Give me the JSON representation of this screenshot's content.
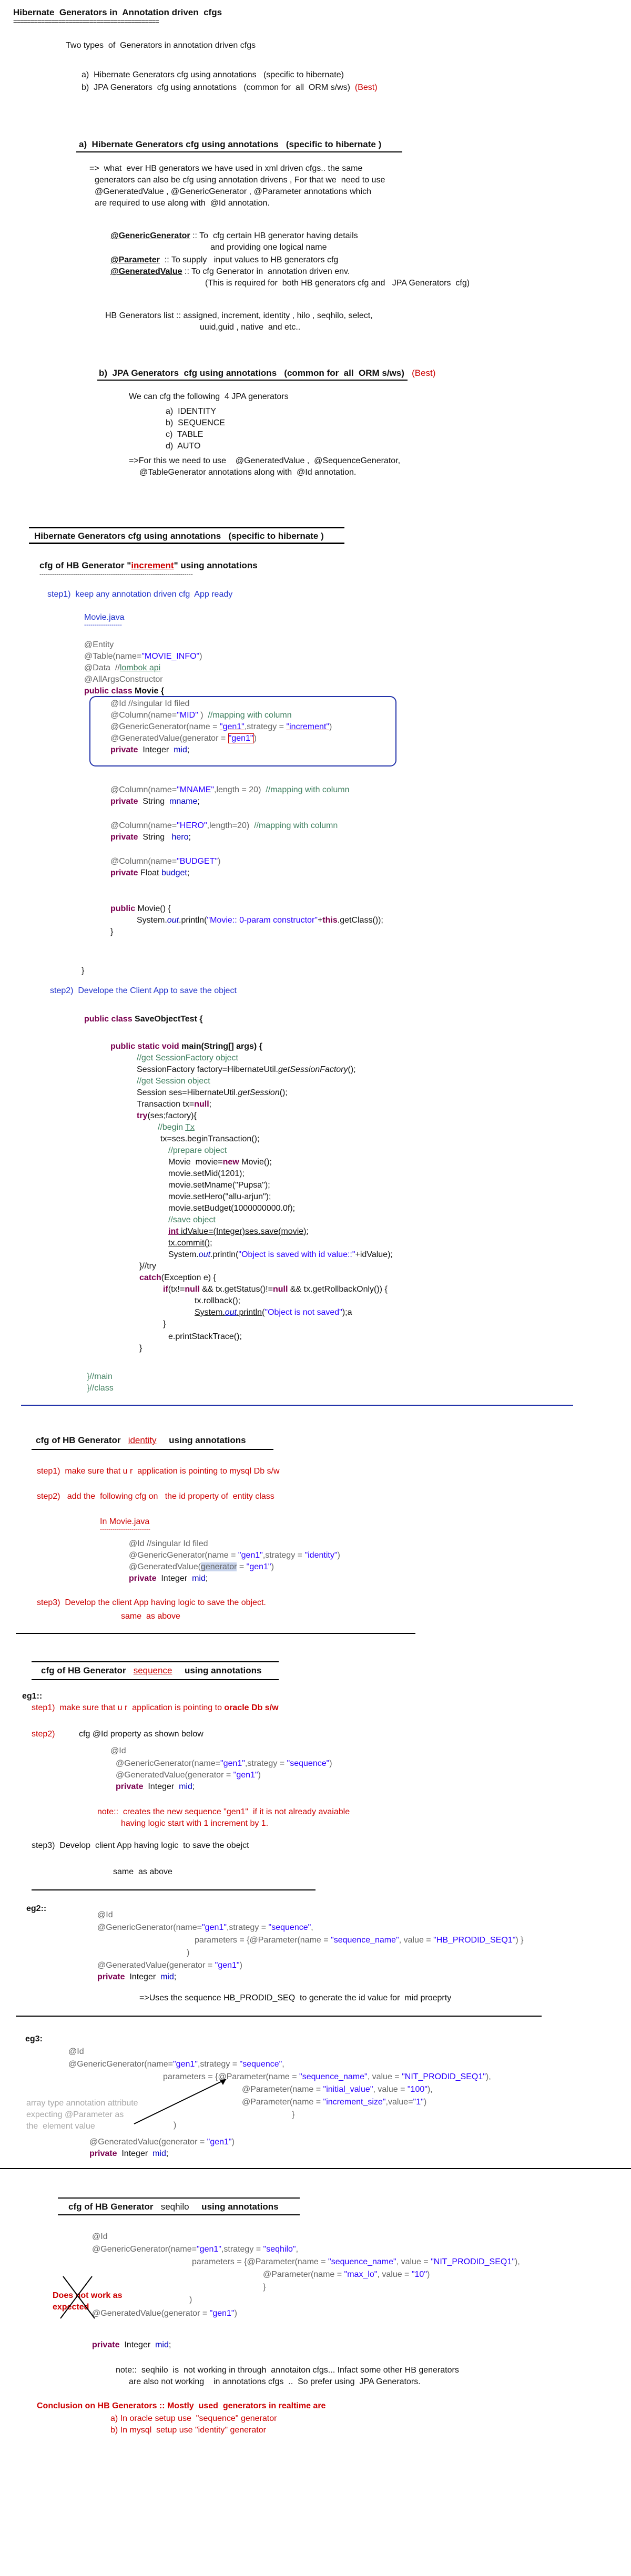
{
  "title": "Hibernate  Generators in  Annotation driven  cfgs",
  "title_rule": "==========================================",
  "intro": {
    "two_types": "Two types  of  Generators in annotation driven cfgs",
    "a": "a)  Hibernate Generators cfg using annotations   (specific to hibernate)",
    "b": "b)  JPA Generators  cfg using annotations   (common for  all  ORM s/ws)",
    "best": "(Best)"
  },
  "section_a": {
    "heading": "a)  Hibernate Generators cfg using annotations   (specific to hibernate )",
    "l1": "=>  what  ever HB generators we have used in xml driven cfgs.. the same",
    "l2": "generators can also be cfg using annotation drivens , For that we  need to use",
    "l3": "@GeneratedValue , @GenericGenerator , @Parameter annotations which",
    "l4": "are required to use along with  @Id annotation.",
    "gg_label": "@GenericGenerator",
    "gg_text": " :: To  cfg certain HB generator having details",
    "gg_text2": "and providing one logical name",
    "param_label": "@Parameter",
    "param_text": "  :: To supply   input values to HB generators cfg",
    "gv_label": "@GeneratedValue",
    "gv_text": " :: To cfg Generator in  annotation driven env.",
    "gv_text2": "(This is required for  both HB generators cfg and   JPA Generators  cfg)",
    "list1": "HB Generators list :: assigned, increment, identity , hilo , seqhilo, select,",
    "list2": "uuid,guid , native  and etc.."
  },
  "section_b": {
    "heading": "b)  JPA Generators  cfg using annotations   (common for  all  ORM s/ws)",
    "best": "(Best)",
    "l1": "We can cfg the following  4 JPA generators",
    "items": [
      "a)  IDENTITY",
      "b)  SEQUENCE",
      "c)  TABLE",
      "d)  AUTO"
    ],
    "l2": "=>For this we need to use    @GeneratedValue ,  @SequenceGenerator,",
    "l3": "@TableGenerator annotations along with  @Id annotation."
  },
  "hb_heading": "Hibernate Generators cfg using annotations   (specific to hibernate )",
  "increment": {
    "heading_pre": "cfg of HB Generator \"",
    "heading_word": "increment",
    "heading_post": "\" using annotations",
    "dash": "-------------------------------------------------------------------------",
    "step1": "step1)  keep any annotation driven cfg  App ready",
    "file": "Movie.java",
    "file_dash": "------------------",
    "code": {
      "entity": "@Entity",
      "table_pre": "@Table(name=",
      "table_val": "\"MOVIE_INFO\"",
      "table_post": ")",
      "data_pre": "@Data  //",
      "data_link": "lombok api",
      "allargs": "@AllArgsConstructor",
      "class_kw": "public class",
      "class_name": " Movie {",
      "id": "@Id //singular Id filed",
      "col_mid_pre": "@Column(name=",
      "col_mid_val": "\"MID\"",
      "col_mid_post": " )  ",
      "col_mid_cmt": "//mapping with column",
      "gg_pre": "@GenericGenerator(name = ",
      "gg_name": "\"gen1\"",
      "gg_mid": ",strategy = ",
      "gg_strat": "\"increment\"",
      "gg_post": ")",
      "gv_pre": "@GeneratedValue(generator = ",
      "gv_val": "\"gen1\"",
      "gv_post": ")",
      "mid_kw": "private",
      "mid_type": "  Integer  ",
      "mid_field": "mid",
      "semi": ";",
      "col_mname_pre": "@Column(name=",
      "col_mname_val": "\"MNAME\"",
      "col_mname_post": ",length = 20)  ",
      "col_cmt": "//mapping with column",
      "mname_kw": "private",
      "mname_type": "  String  ",
      "mname_field": "mname",
      "col_hero_pre": "@Column(name=",
      "col_hero_val": "\"HERO\"",
      "col_hero_post": ",length=20)  ",
      "hero_kw": "private",
      "hero_type": "  String   ",
      "hero_field": "hero",
      "col_budget_pre": "@Column(name=",
      "col_budget_val": "\"BUDGET\"",
      "col_budget_post": ")",
      "budget_kw": "private",
      "budget_type": " Float ",
      "budget_field": "budget",
      "ctor_kw": "public",
      "ctor_name": " Movie() {",
      "print_pre": "System.",
      "print_out": "out",
      "print_mid": ".println(",
      "print_str": "\"Movie:: 0-param constructor\"",
      "print_plus": "+",
      "print_this": "this",
      "print_post": ".getClass());",
      "close1": "}",
      "close2": "}"
    },
    "step2": "step2)  Develope the Client App to save the object",
    "client": {
      "class_kw": "public class",
      "class_name": " SaveObjectTest {",
      "main_kw": "public static void",
      "main_name": " main(String[] ",
      "main_args": "args",
      "main_post": ") {",
      "c1": "//get SessionFactory object",
      "sf": "SessionFactory factory=HibernateUtil.",
      "sf_m": "getSessionFactory",
      "sf_post": "();",
      "c2": "//get Session object",
      "ses": "Session ses=HibernateUtil.",
      "ses_m": "getSession",
      "ses_post": "();",
      "tx_pre": "Transaction tx=",
      "tx_null": "null",
      "tx_post": ";",
      "try_kw": "try",
      "try_post": "(ses;factory){",
      "c3_pre": "//begin ",
      "c3_tx": "Tx",
      "begin": "tx=ses.beginTransaction();",
      "c4": "//prepare object",
      "movie_pre": "Movie  movie=",
      "movie_new": "new",
      "movie_post": " Movie();",
      "setmid": "movie.setMid(1201);",
      "setmname": "movie.setMname(\"Pupsa\");",
      "sethero": "movie.setHero(\"allu-arjun\");",
      "setbudget": "movie.setBudget(1000000000.0f);",
      "c5": "//save object",
      "save_int": "int",
      "save_mid": " idValue=(Integer)ses.save(",
      "save_arg": "movie",
      "save_post": ");",
      "commit": "tx.commit();",
      "print_pre": "System.",
      "print_out": "out",
      "print_mid": ".println(",
      "print_str": "\"Object is saved with id value::\"",
      "print_post": "+idValue);",
      "try_end": "}//try",
      "catch_kw": "catch",
      "catch_post": "(Exception e) {",
      "if_kw": "if",
      "if_mid1": "(tx!=",
      "if_null": "null",
      "if_mid2": " && tx.getStatus()!=",
      "if_null2": "null",
      "if_post": " && tx.getRollbackOnly()) {",
      "rollback": "tx.rollback();",
      "err_pre": "System.",
      "err_out": "out",
      "err_mid": ".println(",
      "err_str": "\"Object is not saved\"",
      "err_post": ");a",
      "close_if": "}",
      "trace": "e.printStackTrace();",
      "close_catch": "}",
      "main_end": "}//main",
      "class_end": "}//class"
    }
  },
  "identity": {
    "heading_pre": "cfg of HB Generator   ",
    "heading_word": "identity",
    "heading_post": "     using annotations",
    "step1": "step1)  make sure that u r  application is pointing to mysql Db s/w",
    "step2": "step2)   add the  following cfg on   the id property of  entity class",
    "file": "In Movie.java",
    "dash": "------------------------",
    "id": "@Id //singular Id filed",
    "gg_pre": "@GenericGenerator(name = ",
    "gg_name": "\"gen1\"",
    "gg_mid": ",strategy = ",
    "gg_strat": "\"identity\"",
    "gg_post": ")",
    "gv_pre": "@GeneratedValue(",
    "gv_sel": "generator",
    "gv_mid": " = ",
    "gv_val": "\"gen1\"",
    "gv_post": ")",
    "p_kw": "private",
    "p_type": "  Integer  ",
    "p_field": "mid",
    "p_semi": ";",
    "step3": "step3)  Develop the client App having logic to save the object.",
    "same": "same  as above"
  },
  "sequence": {
    "heading_pre": "cfg of HB Generator   ",
    "heading_word": "sequence",
    "heading_post": "     using annotations",
    "eg1": "eg1::",
    "step1_pre": "step1)  make sure that u r  application is pointing to ",
    "step1_db": "oracle Db s/w",
    "step2": "step2)",
    "step2_text": "cfg @Id property as shown below",
    "id": "@Id",
    "gg_pre": "@GenericGenerator(name=",
    "gg_name": "\"gen1\"",
    "gg_mid": ",strategy = ",
    "gg_strat": "\"sequence\"",
    "gg_post": ")",
    "gv_pre": "@GeneratedValue(generator = ",
    "gv_val": "\"gen1\"",
    "gv_post": ")",
    "p_kw": "private",
    "p_type": "  Integer  ",
    "p_field": "mid",
    "p_semi": ";",
    "note1": "note::  creates the new sequence \"gen1\"  if it is not already avaiable",
    "note2": "having logic start with 1 increment by 1.",
    "step3": "step3)  Develop  client App having logic  to save the obejct",
    "same": "same  as above",
    "eg2": "eg2::",
    "eg2_id": "@Id",
    "eg2_gg_pre": "@GenericGenerator(name=",
    "eg2_gg_name": "\"gen1\"",
    "eg2_gg_mid": ",strategy = ",
    "eg2_gg_strat": "\"sequence\"",
    "eg2_gg_post": ",",
    "eg2_params_pre": "parameters = {@Parameter(name = ",
    "eg2_params_name": "\"sequence_name\"",
    "eg2_params_mid": ", value = ",
    "eg2_params_val": "\"HB_PRODID_SEQ1\"",
    "eg2_params_post": ") }",
    "eg2_close": ")",
    "eg2_gv_pre": "@GeneratedValue(generator = ",
    "eg2_gv_val": "\"gen1\"",
    "eg2_gv_post": ")",
    "eg2_p_kw": "private",
    "eg2_p_type": "  Integer  ",
    "eg2_p_field": "mid",
    "eg2_p_semi": ";",
    "eg2_note": "=>Uses the sequence HB_PRODID_SEQ  to generate the id value for  mid proeprty",
    "eg3": "eg3:",
    "eg3_id": "@Id",
    "eg3_gg_pre": "@GenericGenerator(name=",
    "eg3_gg_name": "\"gen1\"",
    "eg3_gg_mid": ",strategy = ",
    "eg3_gg_strat": "\"sequence\"",
    "eg3_gg_post": ",",
    "eg3_p1_pre": "parameters = {@Parameter(name = ",
    "eg3_p1_name": "\"sequence_name\"",
    "eg3_p1_mid": ", value = ",
    "eg3_p1_val": "\"NIT_PRODID_SEQ1\"",
    "eg3_p1_post": "),",
    "eg3_p2_pre": "@Parameter(name = ",
    "eg3_p2_name": "\"initial_value\"",
    "eg3_p2_mid": ", value = ",
    "eg3_p2_val": "\"100\"",
    "eg3_p2_post": "),",
    "eg3_p3_pre": "@Parameter(name = ",
    "eg3_p3_name": "\"increment_size\"",
    "eg3_p3_mid": ",value=",
    "eg3_p3_val": "\"1\"",
    "eg3_p3_post": ")",
    "eg3_close1": "}",
    "eg3_close2": ")",
    "eg3_err1": "array type annotation attribute",
    "eg3_err2": "expecting @Parameter as",
    "eg3_err3": "the  element value",
    "eg3_gv_pre": "@GeneratedValue(generator = ",
    "eg3_gv_val": "\"gen1\"",
    "eg3_gv_post": ")",
    "eg3_p_kw": "private",
    "eg3_p_type": "  Integer  ",
    "eg3_p_field": "mid",
    "eg3_p_semi": ";"
  },
  "seqhilo": {
    "heading_pre": "cfg of HB Generator   ",
    "heading_word": "seqhilo",
    "heading_post": "     using annotations",
    "id": "@Id",
    "gg_pre": "@GenericGenerator(name=",
    "gg_name": "\"gen1\"",
    "gg_mid": ",strategy = ",
    "gg_strat": "\"seqhilo\"",
    "gg_post": ",",
    "p1_pre": "parameters = {@Parameter(name = ",
    "p1_name": "\"sequence_name\"",
    "p1_mid": ", value = ",
    "p1_val": "\"NIT_PRODID_SEQ1\"",
    "p1_post": "),",
    "p2_pre": "@Parameter(name = ",
    "p2_name": "\"max_lo\"",
    "p2_mid": ", value = ",
    "p2_val": "\"10\"",
    "p2_post": ")",
    "close1": "}",
    "close2": ")",
    "not_work1": "Does not work as",
    "not_work2": "expected",
    "gv_pre": "@GeneratedValue(generator = ",
    "gv_val": "\"gen1\"",
    "gv_post": ")",
    "p_kw": "private",
    "p_type": "  Integer  ",
    "p_field": "mid",
    "p_semi": ";",
    "note1": "note::  seqhilo  is  not working in through  annotaiton cfgs... Infact some other HB generators",
    "note2": "are also not working    in annotations cfgs  ..  So prefer using  JPA Generators."
  },
  "conclusion": {
    "title": "Conclusion on HB Generators :: Mostly  used  generators in realtime are",
    "a": "a) In oracle setup use  \"sequence\" generator",
    "b": "b) In mysql  setup use \"identity\" generator"
  },
  "colors": {
    "keyword": "#7a0050",
    "comment": "#3f7f5f",
    "string": "#2a00ff",
    "annotation": "#646464",
    "field": "#0000c0",
    "red_note": "#cc0000",
    "blue_step": "#2233cc"
  }
}
